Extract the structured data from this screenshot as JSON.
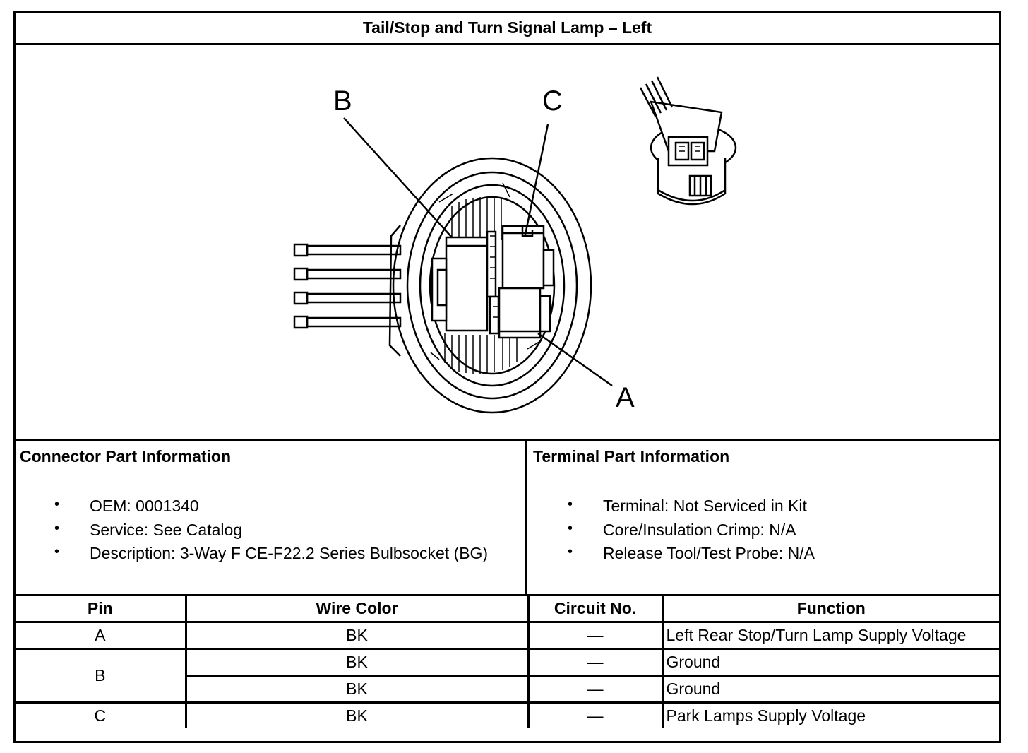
{
  "title": "Tail/Stop and Turn Signal Lamp – Left",
  "diagram": {
    "callouts": {
      "a": "A",
      "b": "B",
      "c": "C"
    }
  },
  "connector_info": {
    "heading": "Connector Part Information",
    "items": [
      "OEM: 0001340",
      "Service: See Catalog",
      "Description: 3-Way F CE-F22.2 Series Bulbsocket (BG)"
    ]
  },
  "terminal_info": {
    "heading": "Terminal Part Information",
    "items": [
      "Terminal: Not Serviced in Kit",
      "Core/Insulation Crimp: N/A",
      "Release Tool/Test Probe: N/A"
    ]
  },
  "bullet_glyph": "•",
  "pin_table": {
    "headers": {
      "pin": "Pin",
      "wire_color": "Wire Color",
      "circuit": "Circuit No.",
      "function": "Function"
    },
    "rows": [
      {
        "pin": "A",
        "wire_color": "BK",
        "circuit": "—",
        "function": "Left Rear Stop/Turn Lamp Supply Voltage"
      },
      {
        "pin": "B",
        "wire_color": "BK",
        "circuit": "—",
        "function": "Ground"
      },
      {
        "pin": "",
        "wire_color": "BK",
        "circuit": "—",
        "function": "Ground"
      },
      {
        "pin": "C",
        "wire_color": "BK",
        "circuit": "—",
        "function": "Park Lamps Supply Voltage"
      }
    ]
  }
}
